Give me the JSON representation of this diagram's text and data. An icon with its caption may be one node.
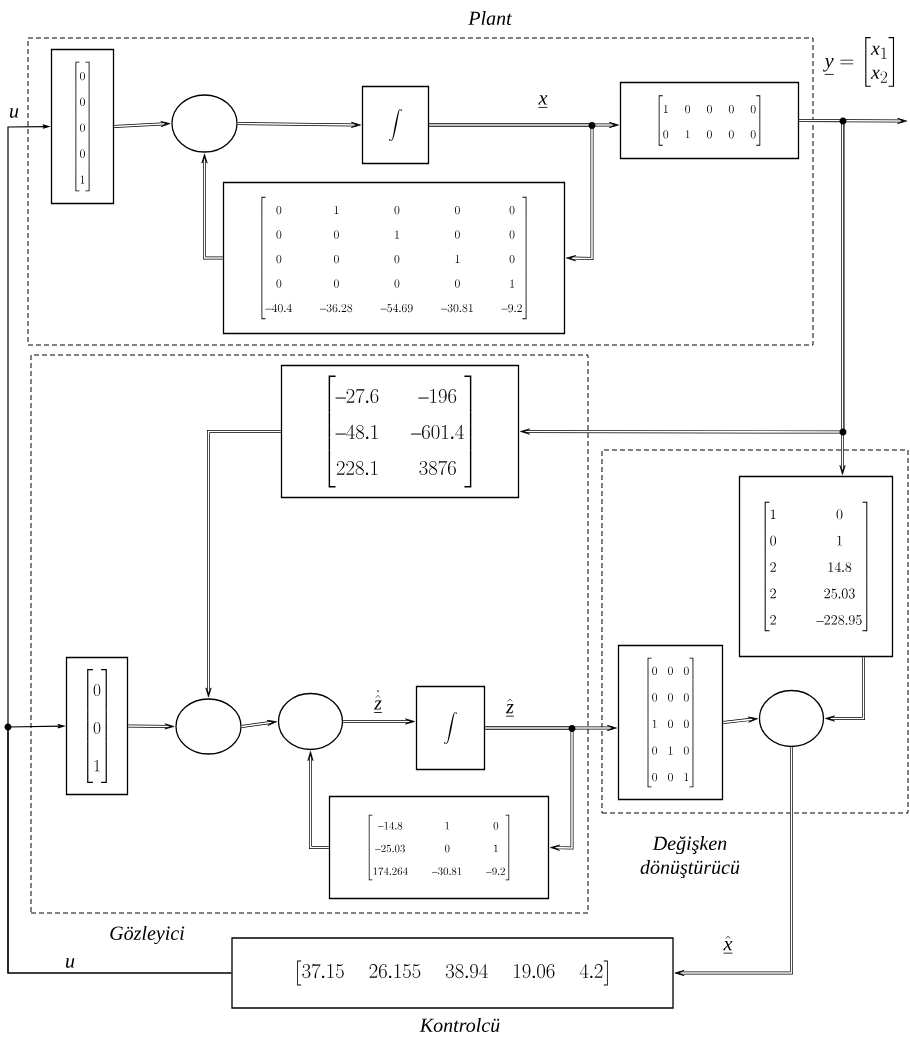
{
  "diagram": {
    "nodes": [
      {
        "text": [
          "Plant"
        ]
      },
      {
        "text": [
          "\\begin{bmatrix}0\\\\0\\\\0\\\\0\\\\1\\end{bmatrix}"
        ],
        "in": 0
      },
      {
        "text": [],
        "shape": "circle",
        "in": 0
      },
      {
        "text": [
          "\\int"
        ],
        "in": 0
      },
      {
        "text": [
          "\\begin{bmatrix}0&1&0&0&0\\\\0&0&1&0&0\\\\0&0&0&1&0\\\\0&0&0&0&1\\\\-40.4&-36.28&-54.69&-30.81&-9.2\\end{bmatrix}"
        ],
        "in": 0
      },
      {
        "text": [
          "\\begin{bmatrix}1&0&0&0&0\\\\0&1&0&0&0\\end{bmatrix}"
        ],
        "in": 0
      },
      {
        "text": [
          "Gözleyici"
        ]
      },
      {
        "text": [
          "\\begin{bmatrix}-27.6&-196\\\\-48.1&-601.4\\\\228.1&3876\\end{bmatrix}"
        ],
        "in": 6
      },
      {
        "text": [
          "Değişken dönüştürücü"
        ]
      },
      {
        "text": [
          "\\begin{bmatrix}1&0\\\\0&1\\\\2&14.8\\\\2&25.03\\\\2&-228.95\\end{bmatrix}"
        ],
        "in": 8
      },
      {
        "text": [
          "\\begin{bmatrix}0\\\\0\\\\1\\end{bmatrix}"
        ],
        "in": 6
      },
      {
        "text": [],
        "shape": "circle",
        "in": 6
      },
      {
        "text": [],
        "shape": "circle",
        "in": 6
      },
      {
        "text": [
          "\\int"
        ],
        "in": 6
      },
      {
        "text": [
          "\\begin{bmatrix}-14.8&1&0\\\\-25.03&0&1\\\\174.264&-30.81&-9.2\\end{bmatrix}"
        ],
        "in": 6
      },
      {
        "text": [
          "\\begin{bmatrix}0&0&0\\\\0&0&0\\\\1&0&0\\\\0&1&0\\\\0&0&1\\end{bmatrix}"
        ],
        "in": 8
      },
      {
        "text": [],
        "shape": "circle",
        "in": 8
      },
      {
        "text": [
          "\\begin{bmatrix}37.15&26.155&38.94&19.06&4.2\\end{bmatrix}",
          "Kontrolcü"
        ]
      }
    ],
    "edges": [
      {
        "from": 17,
        "to": 1,
        "arrow": "to",
        "label": "u"
      },
      {
        "from": 17,
        "to": 10,
        "arrow": "to",
        "label": "u"
      },
      {
        "from": 1,
        "to": 2,
        "arrow": "to"
      },
      {
        "from": 2,
        "to": 3,
        "arrow": "to"
      },
      {
        "from": 3,
        "to": 5,
        "arrow": "to",
        "label": "\\underline{x}"
      },
      {
        "from": 3,
        "to": 4,
        "arrow": "to"
      },
      {
        "from": 4,
        "to": 2,
        "arrow": "to"
      },
      {
        "from": 5,
        "to": null,
        "arrow": "to",
        "label": "\\underline{y}=\\begin{bmatrix}x_1\\\\x_2\\end{bmatrix}"
      },
      {
        "from": 5,
        "to": 7,
        "arrow": "to"
      },
      {
        "from": 5,
        "to": 9,
        "arrow": "to"
      },
      {
        "from": 7,
        "to": 11,
        "arrow": "to"
      },
      {
        "from": 10,
        "to": 11,
        "arrow": "to"
      },
      {
        "from": 11,
        "to": 12,
        "arrow": "to"
      },
      {
        "from": 12,
        "to": 13,
        "arrow": "to",
        "label": "\\dot{\\hat{\\underline{z}}}"
      },
      {
        "from": 13,
        "to": 15,
        "arrow": "to",
        "label": "\\hat{\\underline{z}}"
      },
      {
        "from": 13,
        "to": 14,
        "arrow": "to"
      },
      {
        "from": 14,
        "to": 12,
        "arrow": "to"
      },
      {
        "from": 15,
        "to": 16,
        "arrow": "to"
      },
      {
        "from": 9,
        "to": 16,
        "arrow": "to"
      },
      {
        "from": 16,
        "to": 17,
        "arrow": "to",
        "label": "\\hat{\\underline{x}}"
      }
    ]
  }
}
